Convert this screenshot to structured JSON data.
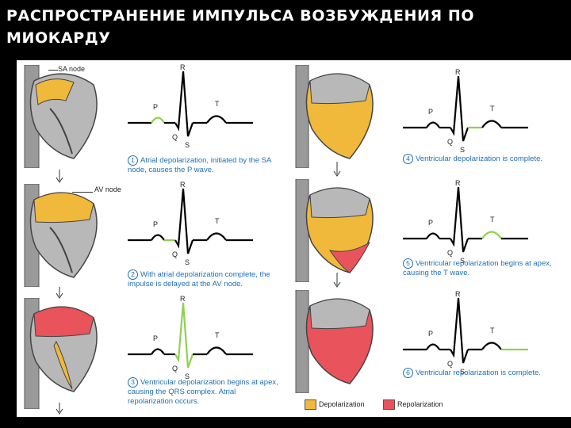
{
  "title": "РАСПРОСТРАНЕНИЕ ИМПУЛЬСА ВОЗБУЖДЕНИЯ ПО МИОКАРДУ",
  "labels": {
    "sa_node": "SA node",
    "av_node": "AV node"
  },
  "wave_labels": {
    "P": "P",
    "Q": "Q",
    "R": "R",
    "S": "S",
    "T": "T"
  },
  "steps": [
    {
      "num": "1",
      "text": "Atrial depolarization, initiated by the SA node, causes the P wave."
    },
    {
      "num": "2",
      "text": "With atrial depolarization complete, the impulse is delayed at the AV node."
    },
    {
      "num": "3",
      "text": "Ventricular depolarization begins at apex, causing the QRS complex. Atrial repolarization occurs."
    },
    {
      "num": "4",
      "text": "Ventricular depolarization is complete."
    },
    {
      "num": "5",
      "text": "Ventricular repolarization begins at apex, causing the T wave."
    },
    {
      "num": "6",
      "text": "Ventricular repolarization is complete."
    }
  ],
  "legend": {
    "depolarization": "Depolarization",
    "repolarization": "Repolarization"
  },
  "colors": {
    "depolarization": "#f0b93b",
    "repolarization": "#e8535c",
    "ecg_line": "#000000",
    "ecg_highlight": "#8fd14f",
    "caption": "#1f6fb5"
  }
}
